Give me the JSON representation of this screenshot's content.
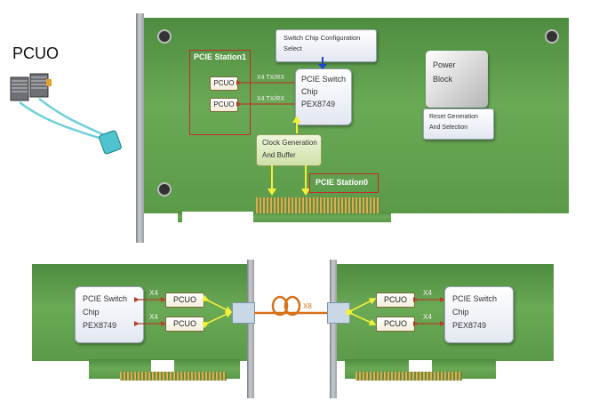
{
  "legend": {
    "title": "PCUO"
  },
  "top_board": {
    "station1_label": "PCIE Station1",
    "station0_label": "PCIE Station0",
    "pcuo_labels": [
      "PCUO",
      "PCUO"
    ],
    "link_labels": [
      "X4 TX/RX",
      "X4 TX/RX"
    ],
    "config_box": [
      "Switch Chip Configuration",
      "Select"
    ],
    "switch_box": [
      "PCIE Switch",
      "Chip",
      "PEX8749"
    ],
    "clock_box": [
      "Clock Generation",
      "And Buffer"
    ],
    "power_box": [
      "Power",
      "Block"
    ],
    "reset_box": [
      "Reset Generation",
      "And Selection"
    ]
  },
  "bottom_left": {
    "switch_box": [
      "PCIE Switch",
      "Chip",
      "PEX8749"
    ],
    "pcuo_labels": [
      "PCUO",
      "PCUO"
    ],
    "link_labels": [
      "X4",
      "X4"
    ]
  },
  "bottom_right": {
    "switch_box": [
      "PCIE Switch",
      "Chip",
      "PEX8749"
    ],
    "pcuo_labels": [
      "PCUO",
      "PCUO"
    ],
    "link_labels": [
      "X4",
      "X4"
    ]
  },
  "cable_label": "X8",
  "colors": {
    "pcb": "#5b9a49",
    "highlight_red": "#c42a2a",
    "link_arrow": "#b0422a",
    "yellow_arrow": "#f2f03a",
    "cable_orange": "#d9701a"
  }
}
